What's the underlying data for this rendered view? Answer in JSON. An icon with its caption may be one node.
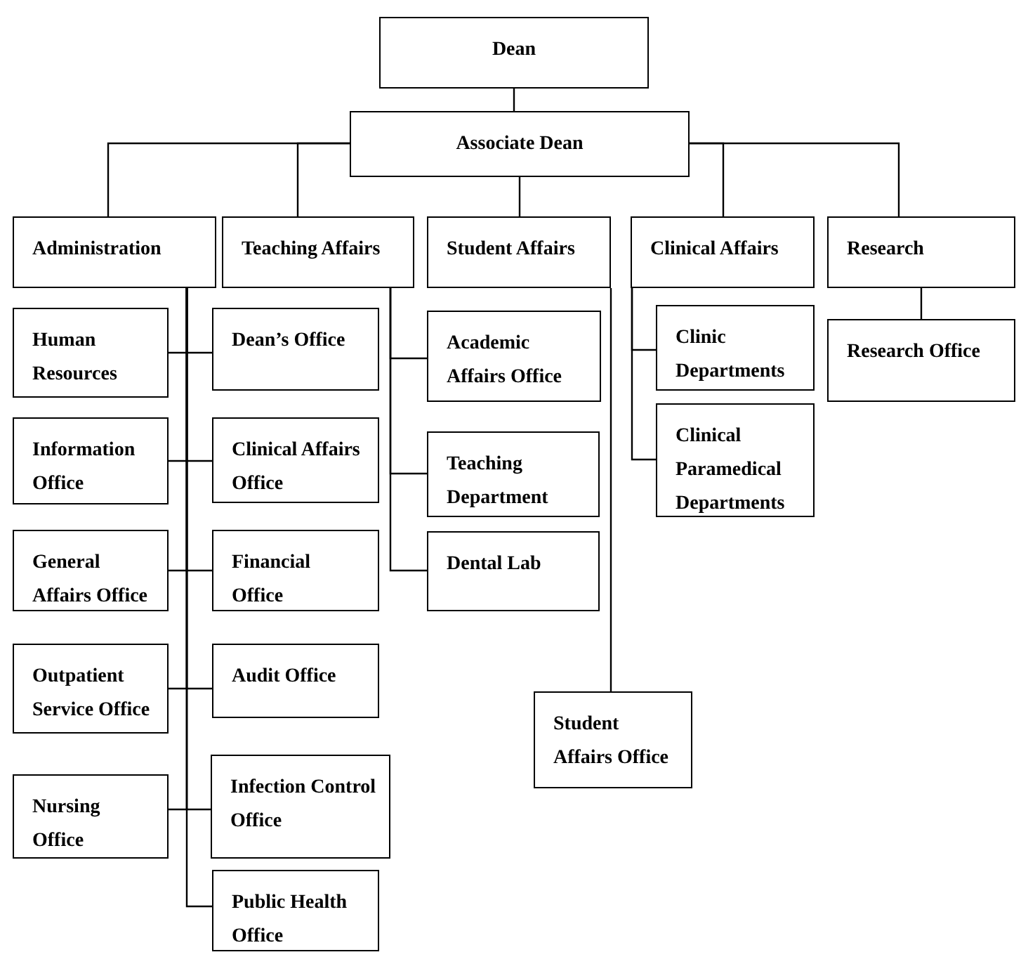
{
  "diagram": {
    "nodes": [
      {
        "text": [
          "Dean"
        ]
      },
      {
        "text": [
          "Associate Dean"
        ]
      },
      {
        "text": [
          "Administration"
        ]
      },
      {
        "text": [
          "Teaching Affairs"
        ]
      },
      {
        "text": [
          "Student Affairs"
        ]
      },
      {
        "text": [
          "Clinical Affairs"
        ]
      },
      {
        "text": [
          "Research"
        ]
      },
      {
        "text": [
          "Human Resources"
        ]
      },
      {
        "text": [
          "Dean’s Office"
        ]
      },
      {
        "text": [
          "Information Office"
        ]
      },
      {
        "text": [
          "Clinical Affairs Office"
        ]
      },
      {
        "text": [
          "General Affairs Office"
        ]
      },
      {
        "text": [
          "Financial Office"
        ]
      },
      {
        "text": [
          "Outpatient Service Office"
        ]
      },
      {
        "text": [
          "Audit Office"
        ]
      },
      {
        "text": [
          "Nursing Office"
        ]
      },
      {
        "text": [
          "Infection Control Office"
        ]
      },
      {
        "text": [
          "Public Health Office"
        ]
      },
      {
        "text": [
          "Academic Affairs Office"
        ]
      },
      {
        "text": [
          "Teaching Department"
        ]
      },
      {
        "text": [
          "Dental Lab"
        ]
      },
      {
        "text": [
          "Clinic Departments"
        ]
      },
      {
        "text": [
          "Clinical Paramedical Departments"
        ]
      },
      {
        "text": [
          "Research Office"
        ]
      },
      {
        "text": [
          "Student Affairs Office"
        ]
      }
    ],
    "edges": [
      {
        "from": 0,
        "to": 1,
        "arrow": "none"
      },
      {
        "from": 1,
        "to": 2,
        "arrow": "none"
      },
      {
        "from": 1,
        "to": 3,
        "arrow": "none"
      },
      {
        "from": 1,
        "to": 4,
        "arrow": "none"
      },
      {
        "from": 1,
        "to": 5,
        "arrow": "none"
      },
      {
        "from": 1,
        "to": 6,
        "arrow": "none"
      },
      {
        "from": 2,
        "to": 7,
        "arrow": "none"
      },
      {
        "from": 2,
        "to": 8,
        "arrow": "none"
      },
      {
        "from": 2,
        "to": 9,
        "arrow": "none"
      },
      {
        "from": 2,
        "to": 10,
        "arrow": "none"
      },
      {
        "from": 2,
        "to": 11,
        "arrow": "none"
      },
      {
        "from": 2,
        "to": 12,
        "arrow": "none"
      },
      {
        "from": 2,
        "to": 13,
        "arrow": "none"
      },
      {
        "from": 2,
        "to": 14,
        "arrow": "none"
      },
      {
        "from": 2,
        "to": 15,
        "arrow": "none"
      },
      {
        "from": 2,
        "to": 16,
        "arrow": "none"
      },
      {
        "from": 2,
        "to": 17,
        "arrow": "none"
      },
      {
        "from": 3,
        "to": 18,
        "arrow": "none"
      },
      {
        "from": 3,
        "to": 19,
        "arrow": "none"
      },
      {
        "from": 3,
        "to": 20,
        "arrow": "none"
      },
      {
        "from": 4,
        "to": 24,
        "arrow": "none"
      },
      {
        "from": 5,
        "to": 21,
        "arrow": "none"
      },
      {
        "from": 5,
        "to": 22,
        "arrow": "none"
      },
      {
        "from": 6,
        "to": 23,
        "arrow": "none"
      }
    ]
  }
}
